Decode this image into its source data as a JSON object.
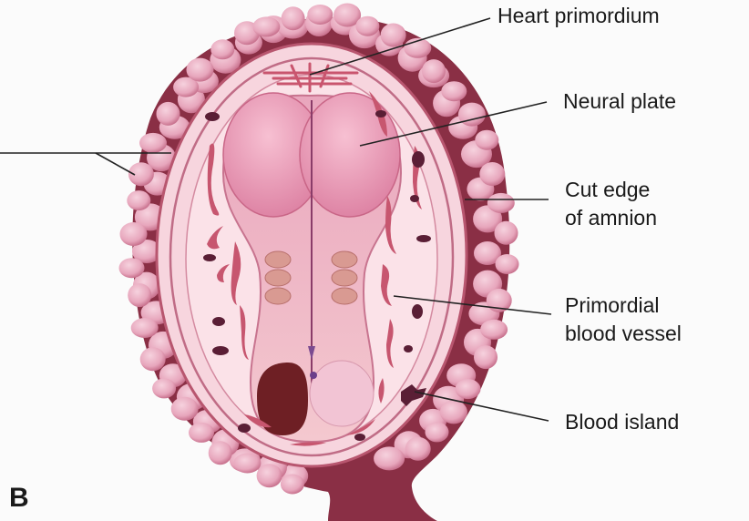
{
  "labels": {
    "heart_primordium": "Heart primordium",
    "neural_plate": "Neural plate",
    "cut_edge_line1": "Cut edge",
    "cut_edge_line2": "of amnion",
    "primordial_vessel_line1": "Primordial",
    "primordial_vessel_line2": "blood vessel",
    "blood_island": "Blood island"
  },
  "panel_letter": "B",
  "colors": {
    "yolk_sac": "#8a2f45",
    "yolk_cell": "#e7a8bd",
    "amnion_fill": "#f7d5de",
    "embryo": "#e59ab3",
    "neural": "#e27ea0",
    "vessel": "#c7566f",
    "blood_island": "#5a1e35",
    "heart_dark": "#6e1f24",
    "leader_line": "#222222"
  }
}
